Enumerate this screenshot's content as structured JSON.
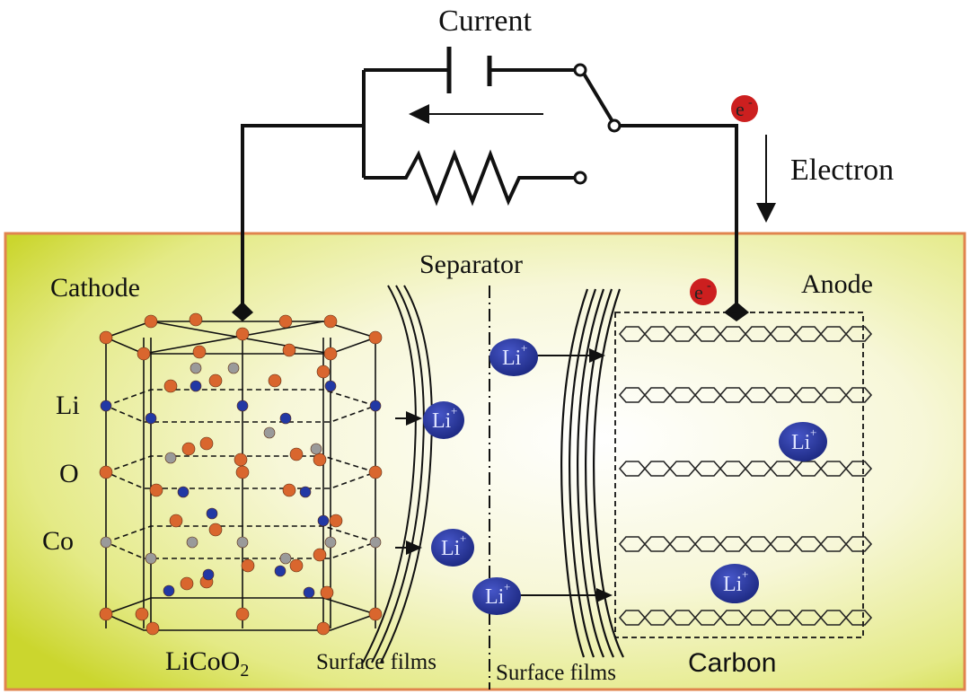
{
  "colors": {
    "panel_border": "#e0844e",
    "panel_glow": "#fbfbe4",
    "panel_edge": "#cfd83a",
    "wire": "#111111",
    "ion": "#2c3aa6",
    "electron": "#cc1f1f",
    "oxygen_atom": "#d9662e",
    "cobalt_atom": "#9a9a9a",
    "lithium_atom": "#2238a4"
  },
  "circuit": {
    "current_label": "Current",
    "electron_label": "Electron"
  },
  "cell": {
    "cathode_label": "Cathode",
    "separator_label": "Separator",
    "anode_label": "Anode",
    "cathode_material": "LiCoO",
    "cathode_material_sub": "2",
    "anode_material": "Carbon",
    "surface_films_left": "Surface films",
    "surface_films_right": "Surface films"
  },
  "legend": {
    "li_label": "Li",
    "o_label": "O",
    "co_label": "Co"
  },
  "ion": {
    "symbol": "Li",
    "charge": "+"
  },
  "electron": {
    "symbol": "e",
    "charge": "-"
  }
}
